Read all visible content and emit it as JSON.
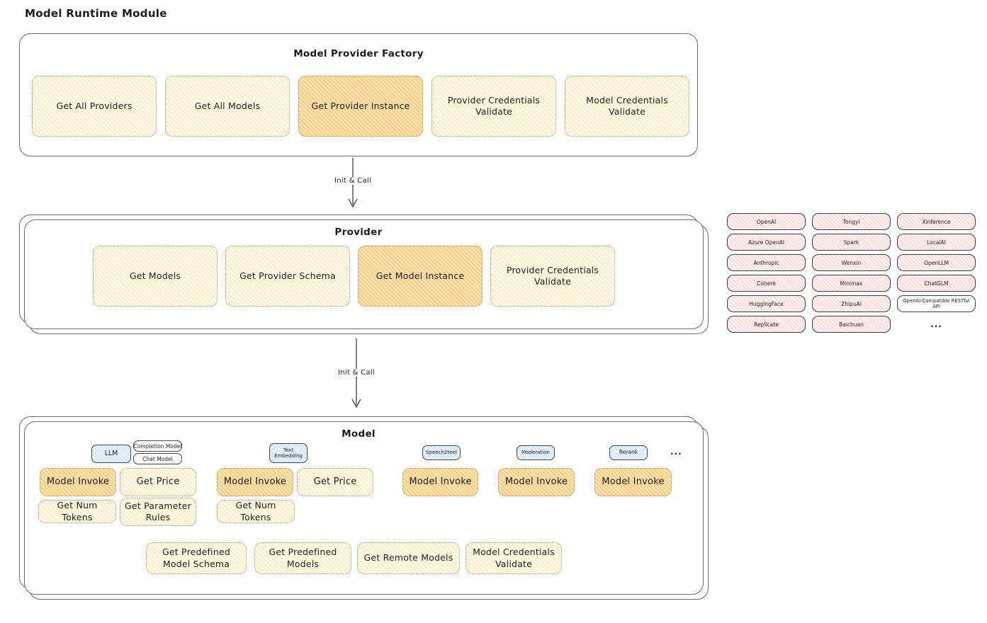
{
  "page": {
    "title": "Model Runtime Module"
  },
  "colors": {
    "cream_fill": "#fdf8e4",
    "orange_fill": "#fae2ae",
    "blue_fill": "#e6f1fa",
    "pink_fill": "#fdeeee",
    "panel_border": "#6a6a6a",
    "dark_border": "#3d3d3d",
    "text": "#1d1d1d"
  },
  "factory": {
    "title": "Model Provider Factory",
    "buttons": [
      {
        "label": "Get All Providers",
        "highlight": false
      },
      {
        "label": "Get All Models",
        "highlight": false
      },
      {
        "label": "Get Provider Instance",
        "highlight": true
      },
      {
        "label": "Provider Credentials Validate",
        "highlight": false
      },
      {
        "label": "Model Credentials Validate",
        "highlight": false
      }
    ]
  },
  "arrow1": {
    "label": "Init & Call"
  },
  "arrow2": {
    "label": "Init & Call"
  },
  "provider": {
    "title": "Provider",
    "buttons": [
      {
        "label": "Get Models",
        "highlight": false
      },
      {
        "label": "Get Provider Schema",
        "highlight": false
      },
      {
        "label": "Get Model Instance",
        "highlight": true
      },
      {
        "label": "Provider Credentials Validate",
        "highlight": false
      }
    ]
  },
  "provider_list": {
    "items": [
      "OpenAI",
      "Tongyi",
      "Xinference",
      "Azure OpenAI",
      "Spark",
      "LocalAI",
      "Anthropic",
      "Wenxin",
      "OpenLLM",
      "Cohere",
      "Minimax",
      "ChatGLM",
      "HuggingFace",
      "ZhipuAI",
      "OpenAI-Compatible RESTful API",
      "Replicate",
      "Baichuan"
    ],
    "more": "..."
  },
  "model": {
    "title": "Model",
    "tags": {
      "llm": "LLM",
      "completion": "Completion Model",
      "chat": "Chat Model",
      "embedding": "Text Embedding",
      "speech": "Speech2text",
      "moderation": "Moderation",
      "rerank": "Rerank",
      "more": "..."
    },
    "buttons": {
      "invoke": "Model Invoke",
      "price": "Get Price",
      "tokens": "Get Num Tokens",
      "rules": "Get Parameter Rules"
    },
    "bottom": [
      "Get Predefined Model Schema",
      "Get Predefined Models",
      "Get Remote Models",
      "Model Credentials Validate"
    ]
  }
}
